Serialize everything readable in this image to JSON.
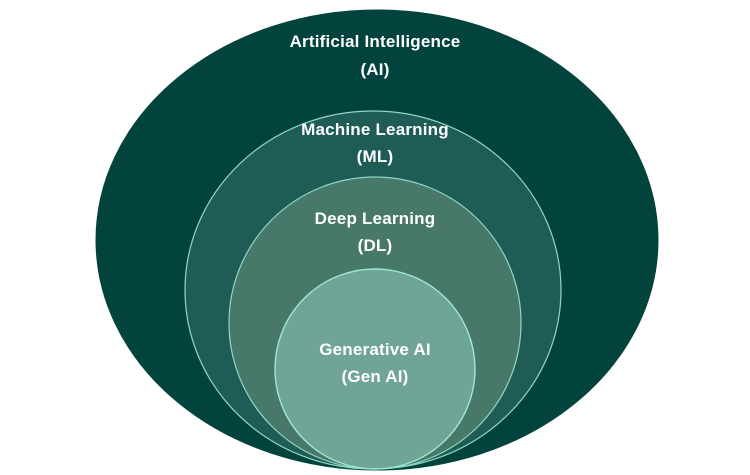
{
  "layers": {
    "ai": {
      "name": "Artificial Intelligence",
      "abbr": "(AI)",
      "fill": "#02443D",
      "stroke": "#02443D"
    },
    "ml": {
      "name": "Machine Learning",
      "abbr": "(ML)",
      "fill": "#205C56",
      "stroke": "#8ED8C5"
    },
    "dl": {
      "name": "Deep Learning",
      "abbr": "(DL)",
      "fill": "#48786A",
      "stroke": "#8ED8C5"
    },
    "genai": {
      "name": "Generative AI",
      "abbr": "(Gen AI)",
      "fill": "#6FA496",
      "stroke": "#9EE8D2"
    }
  }
}
